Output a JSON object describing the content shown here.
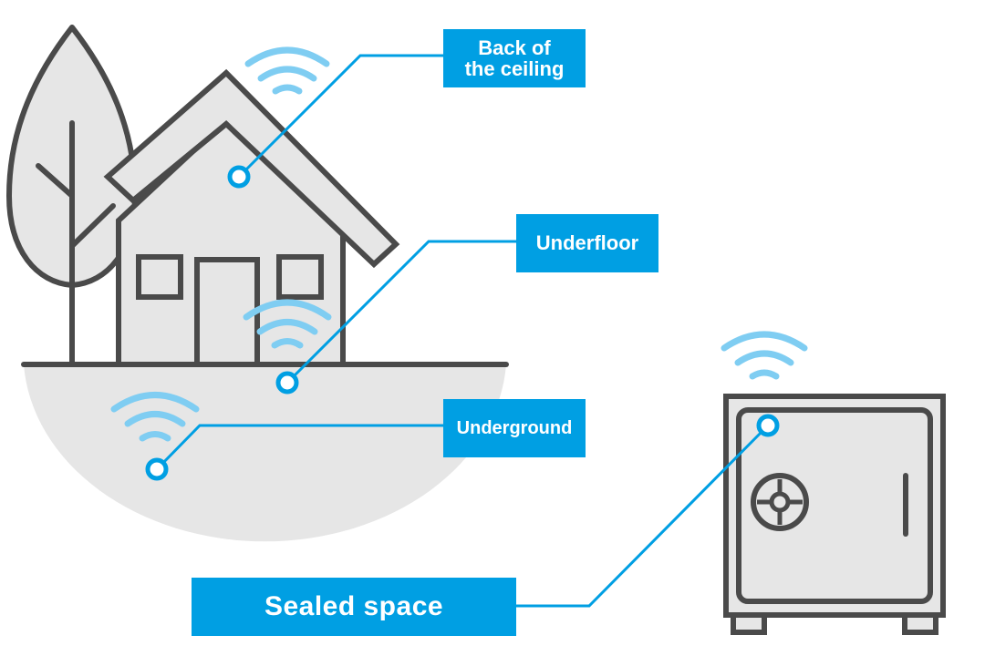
{
  "diagram": {
    "labels": {
      "ceiling": "Back of\nthe ceiling",
      "underfloor": "Underfloor",
      "underground": "Underground",
      "sealed": "Sealed space"
    }
  },
  "colors": {
    "accent": "#009fe3",
    "wave": "#7fcdf2",
    "outline": "#4a4a4a",
    "fill": "#e6e6e6",
    "label_text": "#ffffff"
  },
  "icons": [
    "tree-icon",
    "house-icon",
    "safe-icon",
    "wifi-signal-icon",
    "sensor-point-icon"
  ]
}
